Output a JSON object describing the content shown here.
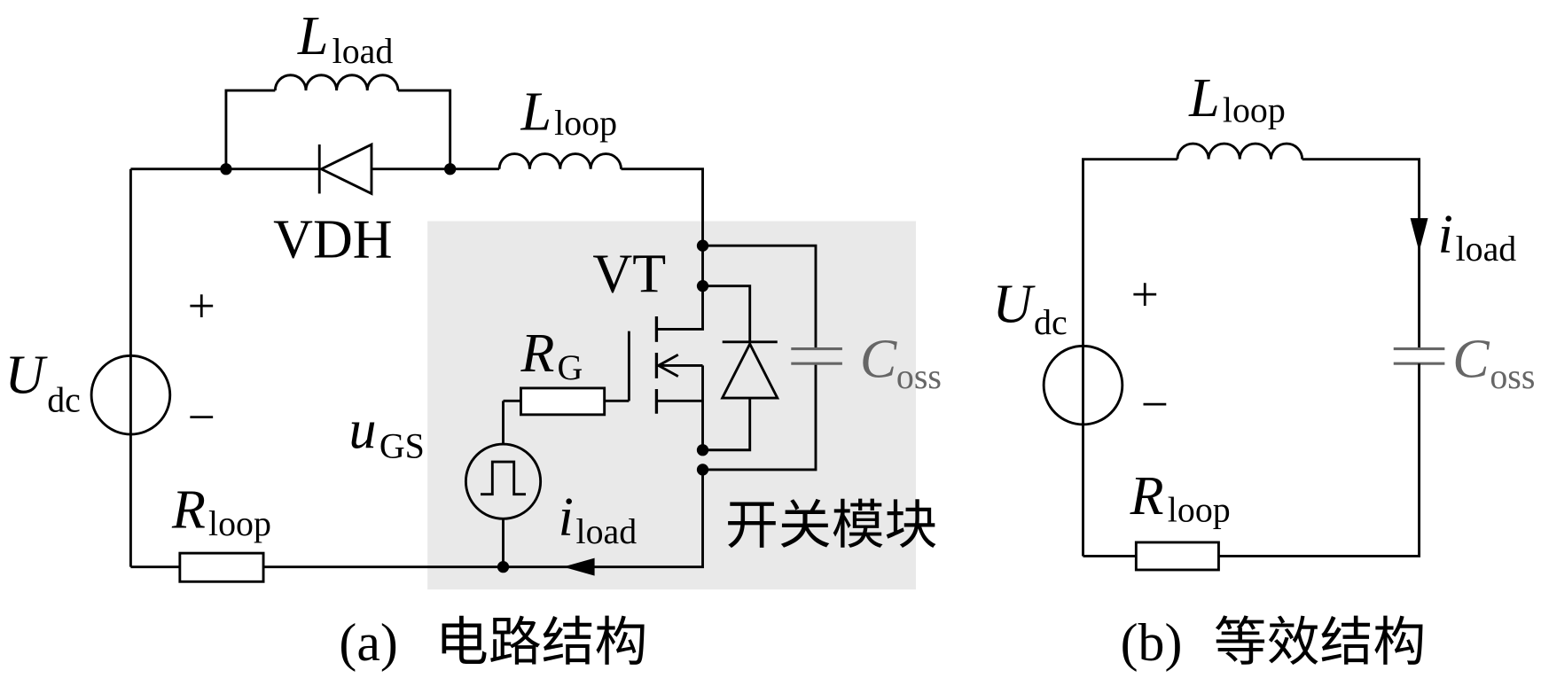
{
  "colors": {
    "module_background": "#e9e9e9",
    "capacitor_gray": "#666666"
  },
  "panel_a": {
    "l_load": {
      "symbol": "L",
      "subscript": "load"
    },
    "vdh_label": "VDH",
    "l_loop": {
      "symbol": "L",
      "subscript": "loop"
    },
    "vt_label": "VT",
    "r_g": {
      "symbol": "R",
      "subscript": "G"
    },
    "u_gs": {
      "symbol": "u",
      "subscript": "GS"
    },
    "u_dc": {
      "symbol": "U",
      "subscript": "dc"
    },
    "plus": "+",
    "minus": "−",
    "c_oss": {
      "symbol": "C",
      "subscript": "oss"
    },
    "i_load": {
      "symbol": "i",
      "subscript": "load"
    },
    "r_loop": {
      "symbol": "R",
      "subscript": "loop"
    },
    "module_label": "开关模块",
    "caption": {
      "tag": "(a)",
      "text": "电路结构"
    }
  },
  "panel_b": {
    "l_loop": {
      "symbol": "L",
      "subscript": "loop"
    },
    "i_load": {
      "symbol": "i",
      "subscript": "load"
    },
    "c_oss": {
      "symbol": "C",
      "subscript": "oss"
    },
    "u_dc": {
      "symbol": "U",
      "subscript": "dc"
    },
    "plus": "+",
    "minus": "−",
    "r_loop": {
      "symbol": "R",
      "subscript": "loop"
    },
    "caption": {
      "tag": "(b)",
      "text": "等效结构"
    }
  }
}
